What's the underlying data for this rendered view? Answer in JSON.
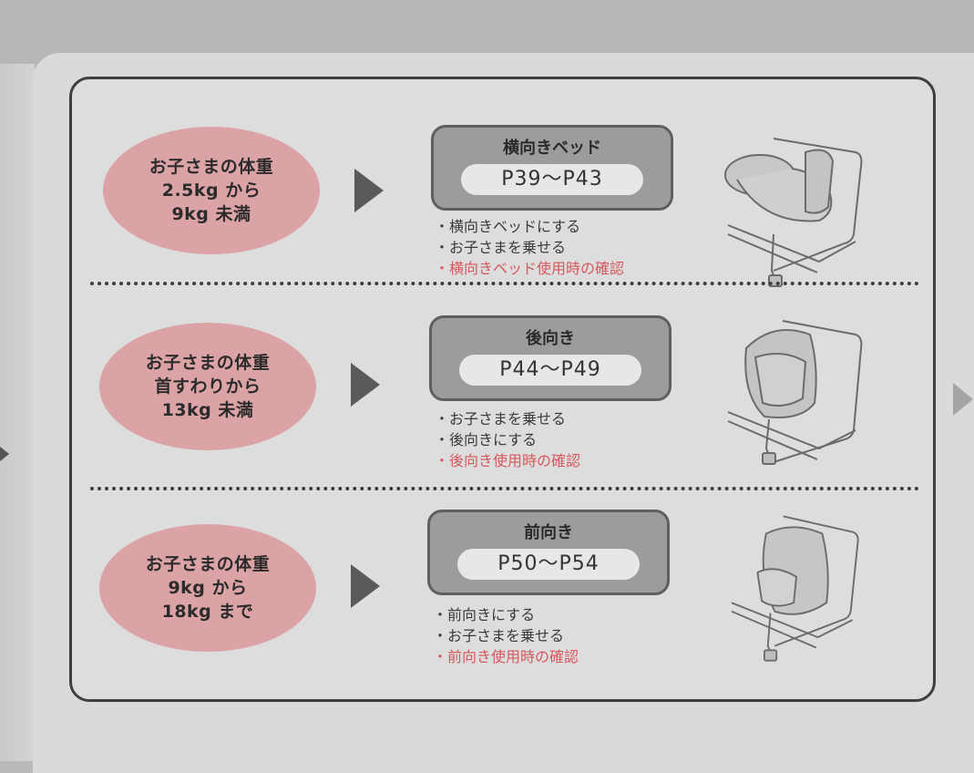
{
  "page": {
    "nav": {
      "prev_icon": "triangle-left-icon",
      "next_icon": "triangle-right-icon"
    }
  },
  "rows": [
    {
      "weight": [
        "お子さまの体重",
        "2.5kg から",
        "9kg 未満"
      ],
      "mode": "横向きベッド",
      "pages": "P39〜P43",
      "steps": [
        "横向きベッドにする",
        "お子さまを乗せる"
      ],
      "check": "横向きベッド使用時の確認",
      "illustration": "car-seat-bed-mode-illustration"
    },
    {
      "weight": [
        "お子さまの体重",
        "首すわりから",
        "13kg 未満"
      ],
      "mode": "後向き",
      "pages": "P44〜P49",
      "steps": [
        "お子さまを乗せる",
        "後向きにする"
      ],
      "check": "後向き使用時の確認",
      "illustration": "car-seat-rear-facing-illustration"
    },
    {
      "weight": [
        "お子さまの体重",
        "9kg から",
        "18kg まで"
      ],
      "mode": "前向き",
      "pages": "P50〜P54",
      "steps": [
        "前向きにする",
        "お子さまを乗せる"
      ],
      "check": "前向き使用時の確認",
      "illustration": "car-seat-forward-facing-illustration"
    }
  ],
  "bullet": "・",
  "colors": {
    "ellipse": "#dca3a6",
    "mode_box": "#9c9c9b",
    "check_text": "#d9575e",
    "frame": "#3f3f3f"
  }
}
